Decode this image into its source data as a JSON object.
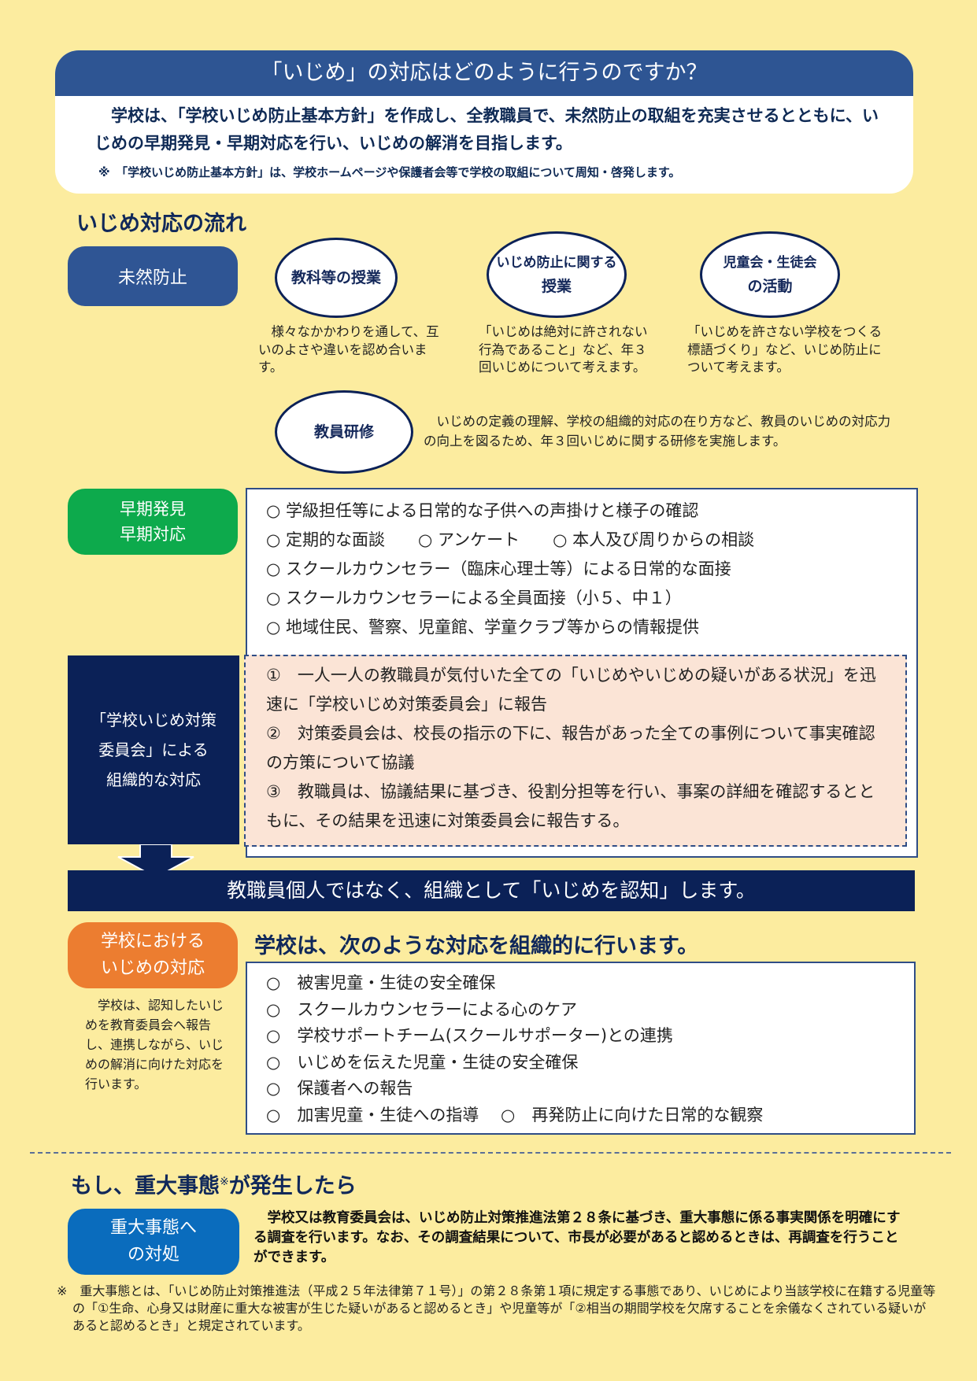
{
  "header": {
    "title": "「いじめ」の対応はどのように行うのですか？",
    "lead": "学校は、「学校いじめ防止基本方針」を作成し、全教職員で、未然防止の取組を充実させるとともに、いじめの早期発見・早期対応を行い、いじめの解消を目指します。",
    "note": "※　「学校いじめ防止基本方針」は、学校ホームページや保護者会等で学校の取組について周知・啓発します。"
  },
  "flow": {
    "title": "いじめ対応の流れ",
    "prevention": {
      "label": "未然防止",
      "items": [
        {
          "oval_line1": "教科等の授業",
          "oval_line2": "",
          "desc": "　様々なかかわりを通して、互いのよさや違いを認め合います。"
        },
        {
          "oval_line1": "いじめ防止に関する",
          "oval_line2": "授業",
          "desc": "「いじめは絶対に許されない行為であること」など、年３回いじめについて考えます。"
        },
        {
          "oval_line1": "児童会・生徒会",
          "oval_line2": "の活動",
          "desc": "「いじめを許さない学校をつくる標語づくり」など、いじめ防止について考えます。"
        }
      ],
      "training": {
        "oval": "教員研修",
        "desc": "　いじめの定義の理解、学校の組織的対応の在り方など、教員のいじめの対応力の向上を図るため、年３回いじめに関する研修を実施します。"
      }
    },
    "early": {
      "label_line1": "早期発見",
      "label_line2": "早期対応",
      "items": [
        "○ 学級担任等による日常的な子供への声掛けと様子の確認",
        "○ 定期的な面談　　○ アンケート　　○ 本人及び周りからの相談",
        "○ スクールカウンセラー（臨床心理士等）による日常的な面接",
        "○ スクールカウンセラーによる全員面接（小５、中１）",
        "○ 地域住民、警察、児童館、学童クラブ等からの情報提供"
      ]
    },
    "committee": {
      "label_line1": "「学校いじめ対策",
      "label_line2": "委員会」による",
      "label_line3": "組織的な対応",
      "steps": [
        "①　一人一人の教職員が気付いた全ての「いじめやいじめの疑いがある状況」を迅速に「学校いじめ対策委員会」に報告",
        "②　対策委員会は、校長の指示の下に、報告があった全ての事例について事実確認の方策について協議",
        "③　教職員は、協議結果に基づき、役割分担等を行い、事案の詳細を確認するとともに、その結果を迅速に対策委員会に報告する。"
      ]
    },
    "recognition_banner": "教職員個人ではなく、組織として「いじめを認知」します。",
    "response": {
      "label_line1": "学校における",
      "label_line2": "いじめの対応",
      "desc": "　学校は、認知したいじめを教育委員会へ報告し、連携しながら、いじめの解消に向けた対応を行います。",
      "heading": "学校は、次のような対応を組織的に行います。",
      "items": [
        "○　被害児童・生徒の安全確保",
        "○　スクールカウンセラーによる心のケア",
        "○　学校サポートチーム(スクールサポーター)との連携",
        "○　いじめを伝えた児童・生徒の安全確保",
        "○　保護者への報告",
        "○　加害児童・生徒への指導　 ○　再発防止に向けた日常的な観察"
      ]
    }
  },
  "serious": {
    "title_pre": "もし、重大事態",
    "title_mark": "※",
    "title_post": "が発生したら",
    "label_line1": "重大事態へ",
    "label_line2": "の対処",
    "body": "　学校又は教育委員会は、いじめ防止対策推進法第２８条に基づき、重大事態に係る事実関係を明確にする調査を行います。なお、その調査結果について、市長が必要があると認めるときは、再調査を行うことができます。",
    "footnote": "※　重大事態とは、「いじめ防止対策推進法（平成２５年法律第７１号）」の第２８条第１項に規定する事態であり、いじめにより当該学校に在籍する児童等の「①生命、心身又は財産に重大な被害が生じた疑いがあると認めるとき」や児童等が「②相当の期間学校を欠席することを余儀なくされている疑いがあると認めるとき」と規定されています。"
  },
  "colors": {
    "background": "#fcec9f",
    "header_blue": "#2e5593",
    "navy": "#0b2157",
    "green": "#0daa4c",
    "orange": "#ec7d30",
    "sky_blue": "#0a6cbd",
    "pink": "#fbe4d6"
  }
}
